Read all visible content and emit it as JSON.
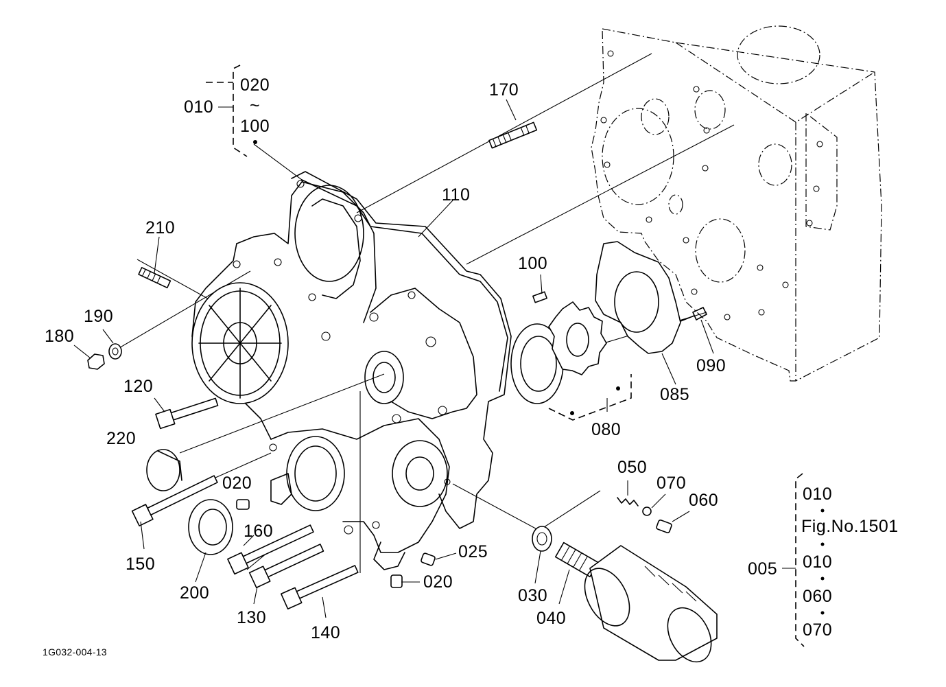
{
  "figure_code": "1G032-004-13",
  "callouts": {
    "c010": "010",
    "c020_top": "020",
    "tilde": "~",
    "c100_top": "100",
    "c170": "170",
    "c110": "110",
    "c210": "210",
    "c190": "190",
    "c180": "180",
    "c120": "120",
    "c220": "220",
    "c100": "100",
    "c090": "090",
    "c085": "085",
    "c080": "080",
    "c020_mid": "020",
    "c150": "150",
    "c160": "160",
    "c200": "200",
    "c130": "130",
    "c140": "140",
    "c025": "025",
    "c020_bot": "020",
    "c030": "030",
    "c040": "040",
    "c050": "050",
    "c070": "070",
    "c060": "060",
    "c005": "005"
  },
  "legend": {
    "items": [
      "010",
      "Fig.No.1501",
      "010",
      "060",
      "070"
    ]
  }
}
